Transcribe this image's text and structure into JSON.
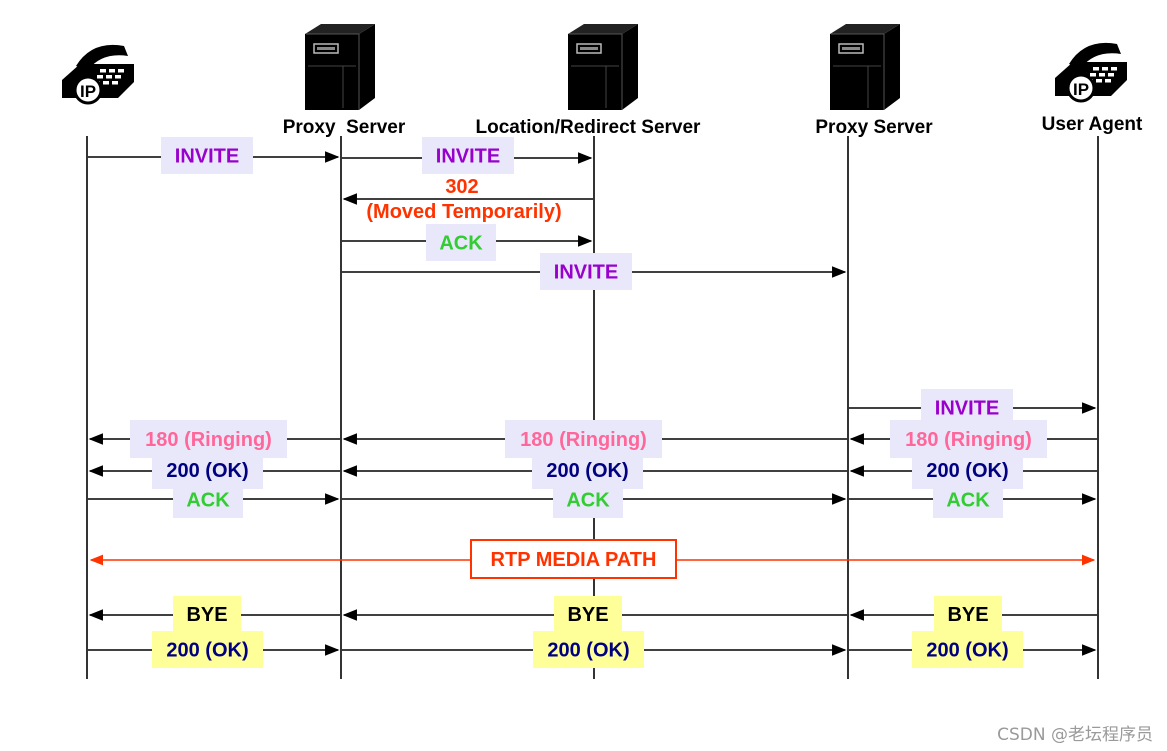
{
  "participants": [
    {
      "id": "ua-left",
      "icon": "ip-phone",
      "label": ""
    },
    {
      "id": "proxy1",
      "icon": "server",
      "label": "Proxy  Server"
    },
    {
      "id": "loc",
      "icon": "server",
      "label": "Location/Redirect Server"
    },
    {
      "id": "proxy2",
      "icon": "server",
      "label": "Proxy Server"
    },
    {
      "id": "ua-right",
      "icon": "ip-phone",
      "label": "User Agent"
    }
  ],
  "phone_badge": "IP",
  "colors": {
    "invite": "#9900cc",
    "redirect": "#ff3300",
    "ack": "#33cc33",
    "ringing": "#ff6699",
    "ok": "#000080",
    "bye": "#000000",
    "media": "#ff3300",
    "label_bg_blue": "#e8e8fa",
    "label_bg_yellow": "#ffff99"
  },
  "messages": [
    {
      "label": "INVITE",
      "kind": "invite"
    },
    {
      "label": "INVITE",
      "kind": "invite"
    },
    {
      "label": "302",
      "kind": "redirect"
    },
    {
      "label": "(Moved Temporarily)",
      "kind": "redirect"
    },
    {
      "label": "ACK",
      "kind": "ack"
    },
    {
      "label": "INVITE",
      "kind": "invite"
    },
    {
      "label": "INVITE",
      "kind": "invite"
    },
    {
      "label": "180 (Ringing)",
      "kind": "ringing"
    },
    {
      "label": "180 (Ringing)",
      "kind": "ringing"
    },
    {
      "label": "180 (Ringing)",
      "kind": "ringing"
    },
    {
      "label": "200 (OK)",
      "kind": "ok"
    },
    {
      "label": "200 (OK)",
      "kind": "ok"
    },
    {
      "label": "200 (OK)",
      "kind": "ok"
    },
    {
      "label": "ACK",
      "kind": "ack"
    },
    {
      "label": "ACK",
      "kind": "ack"
    },
    {
      "label": "ACK",
      "kind": "ack"
    },
    {
      "label": "RTP MEDIA PATH",
      "kind": "media"
    },
    {
      "label": "BYE",
      "kind": "bye"
    },
    {
      "label": "BYE",
      "kind": "bye"
    },
    {
      "label": "BYE",
      "kind": "bye"
    },
    {
      "label": "200 (OK)",
      "kind": "ok"
    },
    {
      "label": "200 (OK)",
      "kind": "ok"
    },
    {
      "label": "200 (OK)",
      "kind": "ok"
    }
  ],
  "watermark": "CSDN @老坛程序员"
}
